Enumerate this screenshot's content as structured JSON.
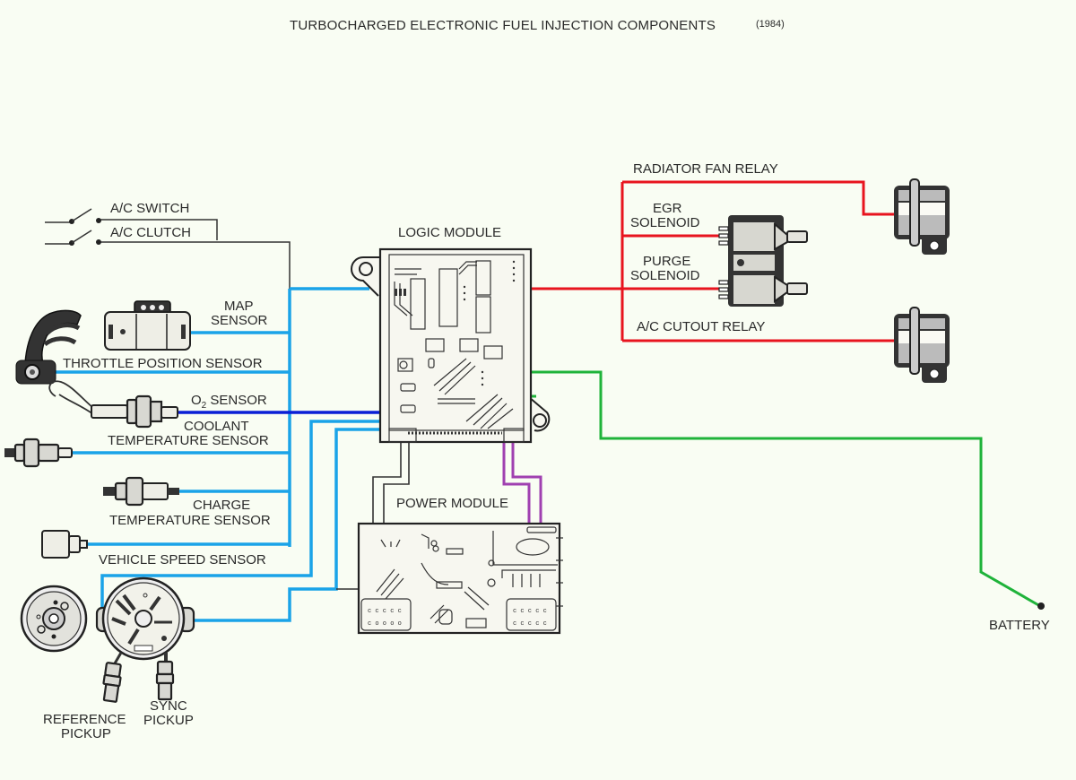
{
  "title": "TURBOCHARGED ELECTRONIC FUEL INJECTION COMPONENTS",
  "year": "(1984)",
  "colors": {
    "background": "#f9fdf3",
    "sensor_wire": "#1aa3e8",
    "o2_wire": "#0a1fd6",
    "output_wire": "#e8141e",
    "battery_wire": "#1fb33a",
    "power_link_wire": "#a040b0",
    "signal_wire": "#333333"
  },
  "modules": {
    "logic": "LOGIC MODULE",
    "power": "POWER MODULE"
  },
  "inputs": {
    "ac_switch": "A/C SWITCH",
    "ac_clutch": "A/C CLUTCH",
    "map_sensor": [
      "MAP",
      "SENSOR"
    ],
    "throttle_position_sensor": "THROTTLE POSITION SENSOR",
    "o2_sensor": [
      "O",
      "2",
      " SENSOR"
    ],
    "coolant_temperature_sensor": [
      "COOLANT",
      "TEMPERATURE SENSOR"
    ],
    "charge_temperature_sensor": [
      "CHARGE",
      "TEMPERATURE SENSOR"
    ],
    "vehicle_speed_sensor": "VEHICLE SPEED SENSOR",
    "reference_pickup": [
      "REFERENCE",
      "PICKUP"
    ],
    "sync_pickup": [
      "SYNC",
      "PICKUP"
    ]
  },
  "outputs": {
    "radiator_fan_relay": "RADIATOR FAN RELAY",
    "egr_solenoid": [
      "EGR",
      "SOLENOID"
    ],
    "purge_solenoid": [
      "PURGE",
      "SOLENOID"
    ],
    "ac_cutout_relay": "A/C CUTOUT RELAY"
  },
  "power": {
    "battery": "BATTERY"
  }
}
